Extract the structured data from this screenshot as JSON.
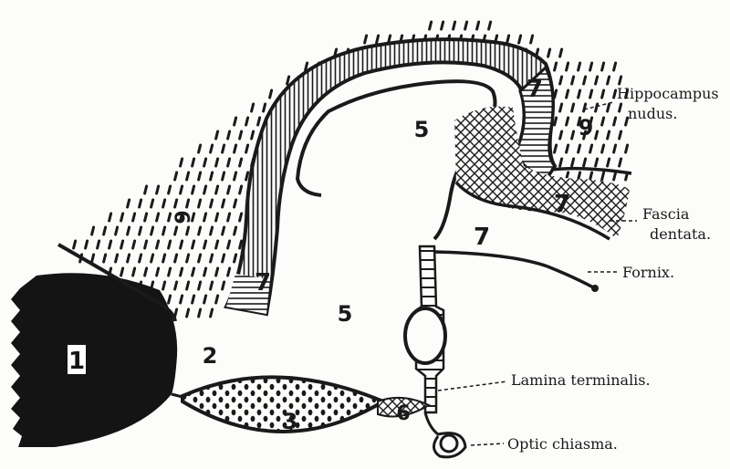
{
  "numbers": {
    "n1": "1",
    "n2": "2",
    "n3": "3",
    "n5a": "5",
    "n5b": "5",
    "n6": "6",
    "n7a": "7",
    "n7b": "7",
    "n7c": "7",
    "n7d": "7",
    "n9a": "9",
    "n9b": "9"
  },
  "labels": {
    "hippocampus_line1": "Hippocampus",
    "hippocampus_line2": "nudus.",
    "fascia_line1": "Fascia",
    "fascia_line2": "dentata.",
    "fornix": "Fornix.",
    "lamina": "Lamina terminalis.",
    "optic": "Optic chiasma."
  }
}
